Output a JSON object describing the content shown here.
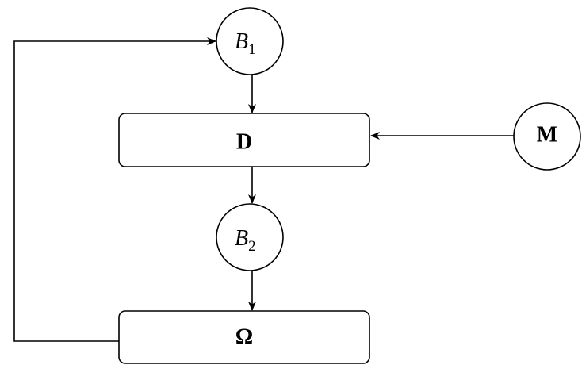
{
  "nodes": {
    "b1": {
      "base": "B",
      "sub": "1"
    },
    "b2": {
      "base": "B",
      "sub": "2"
    },
    "d": {
      "label": "D"
    },
    "m": {
      "label": "M"
    },
    "omega": {
      "label": "Ω"
    }
  },
  "edges": [
    {
      "from": "b1",
      "to": "d"
    },
    {
      "from": "m",
      "to": "d"
    },
    {
      "from": "d",
      "to": "b2"
    },
    {
      "from": "b2",
      "to": "omega"
    },
    {
      "from": "omega",
      "to": "b1"
    }
  ]
}
